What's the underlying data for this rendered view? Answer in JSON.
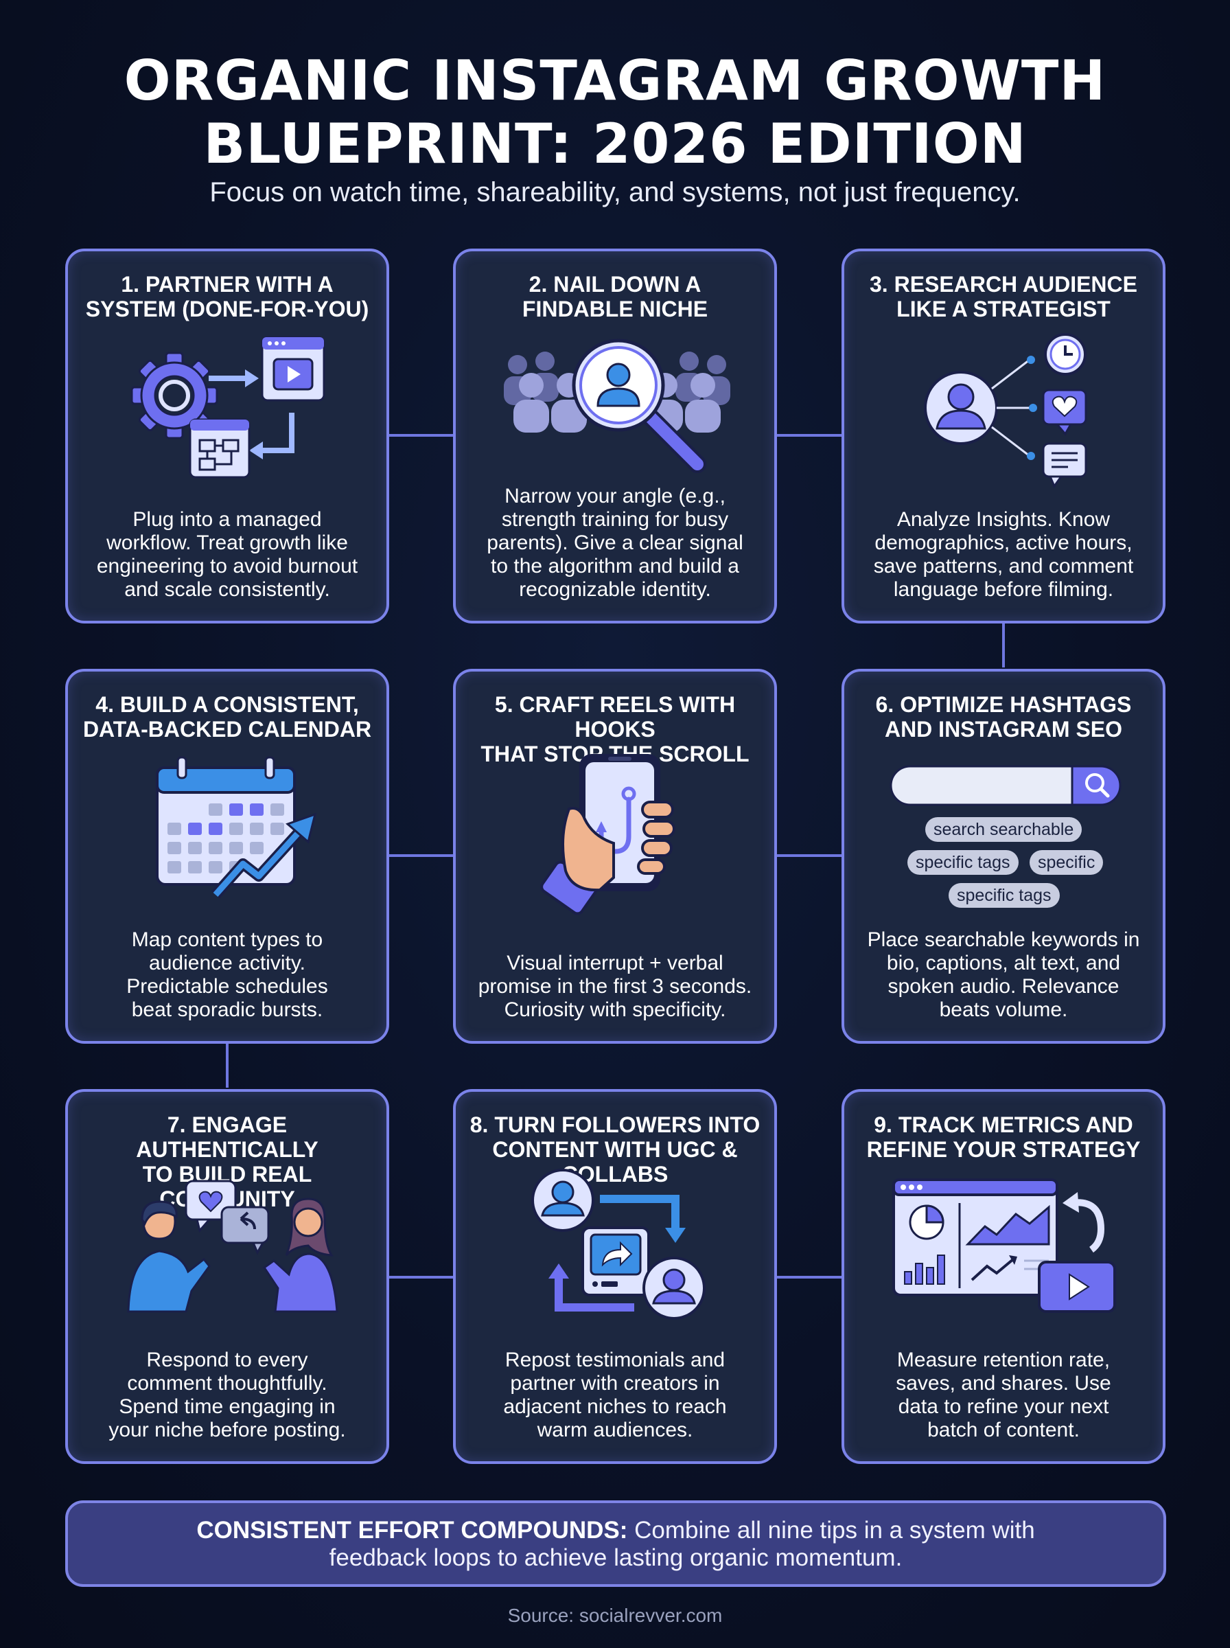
{
  "title_lines": [
    "ORGANIC INSTAGRAM GROWTH",
    "BLUEPRINT: 2026 EDITION"
  ],
  "subtitle": "Focus on watch time, shareability, and systems, not just frequency.",
  "cards": [
    {
      "title_lines": [
        "1. PARTNER WITH A",
        "SYSTEM (DONE-FOR-YOU)"
      ],
      "text_lines": [
        "Plug into a managed",
        "workflow. Treat growth like",
        "engineering to avoid burnout",
        "and scale consistently."
      ]
    },
    {
      "title_lines": [
        "2. NAIL DOWN A",
        "FINDABLE NICHE"
      ],
      "text_lines": [
        "Narrow your angle (e.g.,",
        "strength training for busy",
        "parents). Give a clear signal",
        "to the algorithm and build a",
        "recognizable identity."
      ]
    },
    {
      "title_lines": [
        "3. RESEARCH AUDIENCE",
        "LIKE A STRATEGIST"
      ],
      "text_lines": [
        "Analyze Insights. Know",
        "demographics, active hours,",
        "save patterns, and comment",
        "language before filming."
      ]
    },
    {
      "title_lines": [
        "4. BUILD A CONSISTENT,",
        "DATA-BACKED CALENDAR"
      ],
      "text_lines": [
        "Map content types to",
        "audience activity.",
        "Predictable schedules",
        "beat sporadic bursts."
      ]
    },
    {
      "title_lines": [
        "5. CRAFT REELS WITH HOOKS",
        "THAT STOP THE SCROLL"
      ],
      "text_lines": [
        "Visual interrupt + verbal",
        "promise in the first 3 seconds.",
        "Curiosity with specificity."
      ]
    },
    {
      "title_lines": [
        "6. OPTIMIZE HASHTAGS",
        "AND INSTAGRAM SEO"
      ],
      "text_lines": [
        "Place searchable keywords in",
        "bio, captions, alt text, and",
        "spoken audio. Relevance",
        "beats volume."
      ],
      "tags": [
        "search searchable",
        "specific tags",
        "specific",
        "specific tags"
      ]
    },
    {
      "title_lines": [
        "7. ENGAGE AUTHENTICALLY",
        "TO BUILD REAL COMMUNITY"
      ],
      "text_lines": [
        "Respond to every",
        "comment thoughtfully.",
        "Spend time engaging in",
        "your niche before posting."
      ]
    },
    {
      "title_lines": [
        "8. TURN FOLLOWERS INTO",
        "CONTENT WITH UGC & COLLABS"
      ],
      "text_lines": [
        "Repost testimonials and",
        "partner with creators in",
        "adjacent niches to reach",
        "warm audiences."
      ]
    },
    {
      "title_lines": [
        "9. TRACK METRICS AND",
        "REFINE YOUR STRATEGY"
      ],
      "text_lines": [
        "Measure retention rate,",
        "saves, and shares. Use",
        "data to refine your next",
        "batch of content."
      ]
    }
  ],
  "footer": {
    "bold": "CONSISTENT EFFORT COMPOUNDS:",
    "line1_rest": " Combine all nine tips in a system with",
    "line2": "feedback loops to achieve lasting organic momentum."
  },
  "source": "Source: socialrevver.com",
  "colors": {
    "background": "#0a1126",
    "card_fill": "#1c2740",
    "card_border": "#7b83ea",
    "accent_purple": "#6e6ff0",
    "accent_light": "#dfe4ff",
    "footer_fill": "#3a3f82"
  }
}
